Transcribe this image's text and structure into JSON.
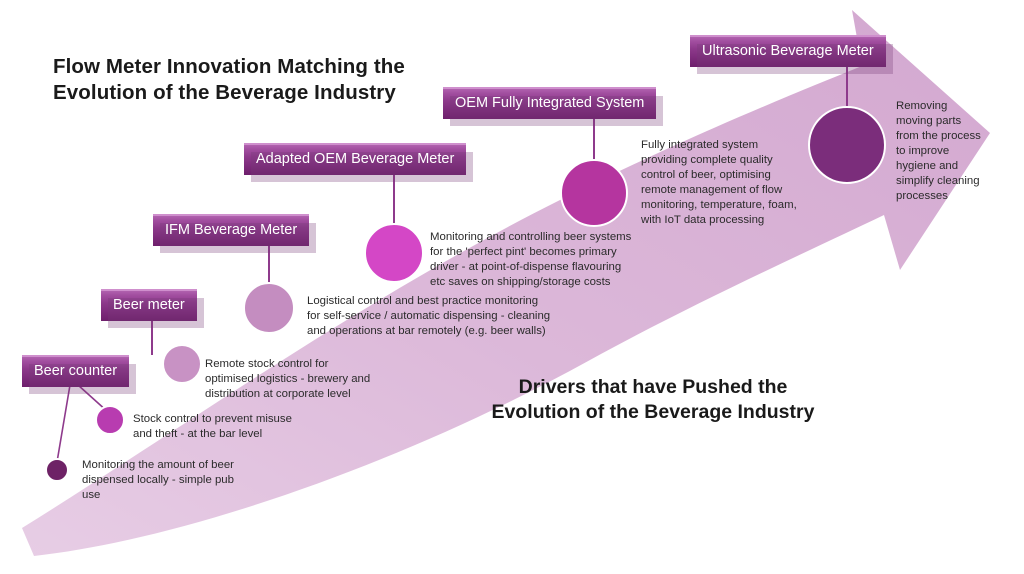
{
  "titles": {
    "main": "Flow Meter Innovation Matching the\nEvolution of the Beverage Industry",
    "sub": "Drivers that have Pushed the\nEvolution of the Beverage Industry"
  },
  "colors": {
    "band_light": "#e3c4e0",
    "band_mid": "#d6aed3",
    "badge_dark": "#6e1f6c",
    "badge_light": "#b061ae",
    "node_dark": "#7b2d7b",
    "node_magenta": "#b83cb0",
    "node_bright_pink": "#d447c6",
    "node_pale": "#c490c0",
    "stem": "#8e3a8c",
    "text": "#2b2b2b",
    "heading": "#1a1a1a",
    "background": "#ffffff"
  },
  "stages": [
    {
      "id": "beer-counter",
      "label": "Beer counter",
      "description": "Monitoring the amount of beer\ndispensed locally - simple pub\nuse",
      "node_color": "#6e2266",
      "node_size": 24
    },
    {
      "id": "beer-counter-stock",
      "label": null,
      "description": "Stock control to prevent misuse\nand theft - at the bar level",
      "node_color": "#b83cb0",
      "node_size": 30
    },
    {
      "id": "beer-meter",
      "label": "Beer meter",
      "description": "Remote stock control for\noptimised logistics - brewery and\ndistribution at corporate level",
      "node_color": "#c892c4",
      "node_size": 40
    },
    {
      "id": "ifm-beverage-meter",
      "label": "IFM Beverage Meter",
      "description": "Logistical control and best practice monitoring\nfor self-service / automatic dispensing - cleaning\nand operations at bar remotely (e.g. beer walls)",
      "node_color": "#c48dc0",
      "node_size": 52
    },
    {
      "id": "adapted-oem-beverage-meter",
      "label": "Adapted OEM Beverage Meter",
      "description": "Monitoring and controlling beer systems\nfor the 'perfect pint' becomes primary\ndriver - at point-of-dispense flavouring\netc saves on shipping/storage costs",
      "node_color": "#d447c6",
      "node_size": 60
    },
    {
      "id": "oem-fully-integrated-system",
      "label": "OEM Fully Integrated System",
      "description": "Fully integrated system\nproviding complete quality\ncontrol of beer, optimising\nremote management of flow\nmonitoring, temperature, foam,\nwith IoT data processing",
      "node_color": "#b5359f",
      "node_size": 68
    },
    {
      "id": "ultrasonic-beverage-meter",
      "label": "Ultrasonic Beverage Meter",
      "description": "Removing\nmoving parts\nfrom the process\nto improve\nhygiene and\nsimplify cleaning\nprocesses",
      "node_color": "#7b2d7b",
      "node_size": 78
    }
  ]
}
